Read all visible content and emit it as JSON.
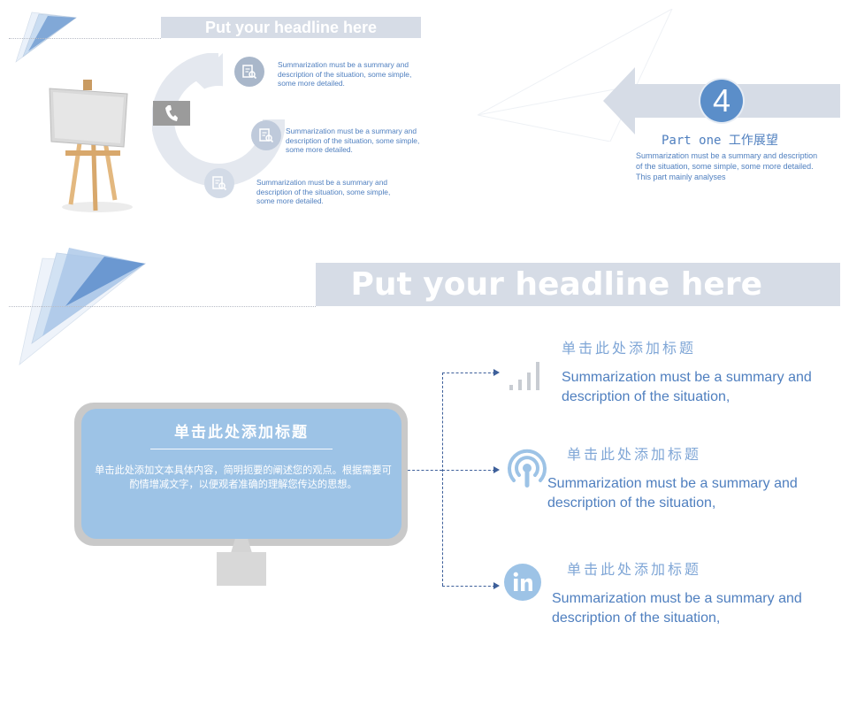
{
  "top_slide": {
    "headline": "Put your  headline here",
    "items": [
      {
        "icon": "search-document-icon",
        "text": "Summarization must be a summary and description of the situation, some simple, some more detailed."
      },
      {
        "icon": "search-document-icon",
        "text": "Summarization must be a summary and description of the situation, some simple, some more detailed."
      },
      {
        "icon": "search-document-icon",
        "text": "Summarization must be a summary and description of the situation, some simple, some more detailed."
      }
    ],
    "phone_icon": "phone-icon"
  },
  "section": {
    "number": "4",
    "part_label": "Part one 工作展望",
    "description": "Summarization must be a summary and description of the situation, some simple, some more detailed. This part mainly analyses"
  },
  "bottom_slide": {
    "headline": "Put your  headline here",
    "screen_title": "单击此处添加标题",
    "screen_body": "单击此处添加文本具体内容，简明扼要的阐述您的观点。根据需要可酌情增减文字，以便观者准确的理解您传达的思想。",
    "items": [
      {
        "icon": "signal-bars-icon",
        "title": "单击此处添加标题",
        "text": "Summarization must be a summary and description of the situation,"
      },
      {
        "icon": "broadcast-icon",
        "title": "单击此处添加标题",
        "text": "Summarization must be a summary and description of the situation,"
      },
      {
        "icon": "linkedin-icon",
        "title": "单击此处添加标题",
        "text": "Summarization must be a summary and description of the situation,"
      }
    ]
  },
  "colors": {
    "accent_blue": "#4f7fbf",
    "light_blue": "#9dc3e6",
    "number_blue": "#5b8ec9",
    "bar_gray": "#d6dce6",
    "connector": "#3d5f9a"
  }
}
